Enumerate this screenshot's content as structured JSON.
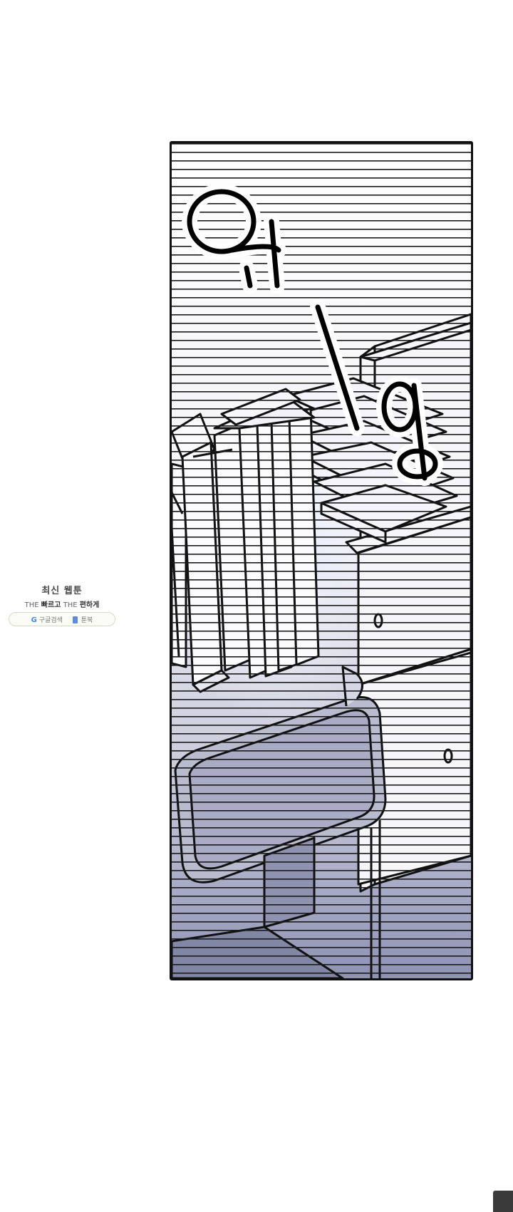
{
  "panel": {
    "sfx_text": "위 — 잉",
    "sfx_parts": [
      "위",
      "잉"
    ]
  },
  "watermark": {
    "title": "최신 웹툰",
    "tagline_the1": "THE",
    "tagline_fast": "빠르고",
    "tagline_the2": "THE",
    "tagline_easy": "편하게",
    "google_label": "구글검색",
    "google_icon": "google-g-icon",
    "book_label": "툰북",
    "book_icon": "book-icon"
  },
  "colors": {
    "ink": "#111111",
    "screen_lines": "#1a1a1a",
    "gradient_top": "#ffffff",
    "gradient_bottom": "#8f93b4",
    "book_highlight": "#cfe0ff"
  }
}
